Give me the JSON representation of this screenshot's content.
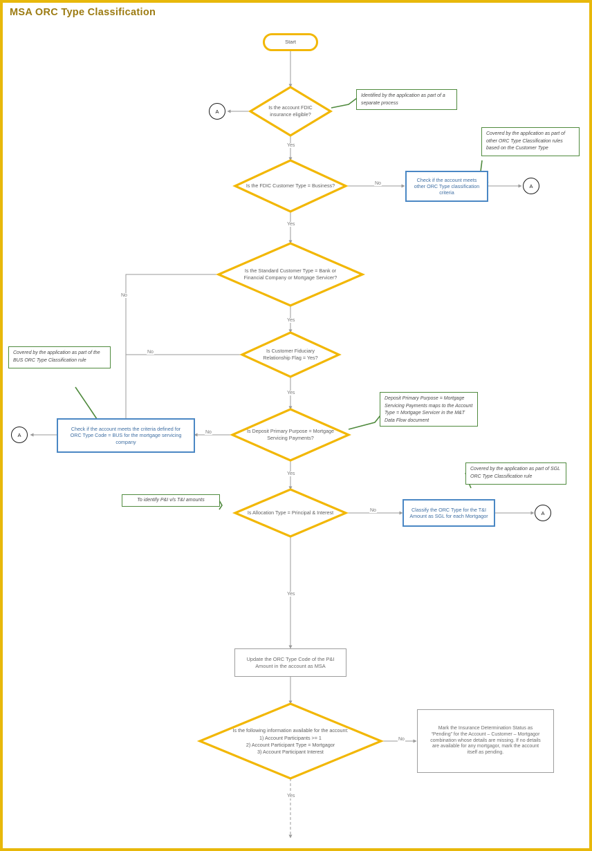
{
  "page": {
    "title": "MSA ORC Type Classification",
    "frame_color": "#e8b80b",
    "title_color": "#9c7b12"
  },
  "palette": {
    "decision_stroke": "#f2b705",
    "terminator_stroke": "#f2b705",
    "process_blue_stroke": "#4a87c4",
    "process_blue_text": "#3f6fa3",
    "process_grey_stroke": "#9d9d9d",
    "note_green_stroke": "#4f8a3d",
    "connector_line": "#9a9a9a",
    "text_grey": "#5e5e5e"
  },
  "nodes": {
    "start": {
      "label": "Start"
    },
    "d_fdic_eligible": {
      "label": "Is the account FDIC\ninsurance eligible?"
    },
    "d_fdic_business": {
      "label": "Is the FDIC Customer Type = Business?"
    },
    "d_standard_customer_type": {
      "label": "Is the Standard Customer Type = Bank or\nFinancial Company or Mortgage Servicer?"
    },
    "d_fiduciary_flag": {
      "label": "Is Customer Fiduciary\nRelationship Flag = Yes?"
    },
    "d_deposit_primary_purpose": {
      "label": "Is Deposit Primary Purpose = Mortgage\nServicing Payments?"
    },
    "d_allocation_type": {
      "label": "Is Allocation Type = Principal & Interest"
    },
    "p_other_orc_criteria": {
      "label": "Check if the account meets\nother ORC Type classification\ncriteria"
    },
    "p_bus_criteria": {
      "label": "Check if the account meets the criteria defined for\nORC Type Code = BUS for the mortgage servicing\ncompany"
    },
    "p_classify_sgl": {
      "label": "Classify the ORC Type for the T&I\nAmount as SGL for each Mortgagor"
    },
    "p_update_msa": {
      "label": "Update the ORC Type Code of the P&I\nAmount in the account as MSA"
    },
    "d_info_available": {
      "label": "Is the following information available for the account:\n1) Account Participants >= 1\n2) Account Participant Type = Mortgagor\n3) Account Participant Interest"
    },
    "p_mark_pending": {
      "label": "Mark the Insurance Determination Status as\n“Pending” for the Account – Customer – Mortgagor\ncombination whose details are missing. If no details\nare available for any mortgagor, mark the account\nitself as pending."
    },
    "conn_a1": {
      "label": "A"
    },
    "conn_a2": {
      "label": "A"
    },
    "conn_a3": {
      "label": "A"
    },
    "conn_a4": {
      "label": "A"
    }
  },
  "notes": {
    "note_separate_process": {
      "text": "Identified by the application as part of a separate process"
    },
    "note_other_orc_rules": {
      "text": "Covered by the application as part of other ORC Type Classification rules based on the Customer Type"
    },
    "note_bus_rule": {
      "text": "Covered by the application as part of the BUS ORC Type Classification rule"
    },
    "note_deposit_mapping": {
      "text": "Deposit Primary Purpose = Mortgage Servicing Payments maps to the Account Type = Mortgage Servicer in the M&T Data Flow document"
    },
    "note_sgl_rule": {
      "text": "Covered by the application as part of SGL ORC Type Classification rule"
    },
    "note_pi_vs_ti": {
      "text": "To identify P&I v/s T&I amounts"
    }
  },
  "edge_labels": {
    "fdic_eligible_yes": "Yes",
    "fdic_business_no": "No",
    "fdic_business_yes": "Yes",
    "standard_type_no": "No",
    "standard_type_yes": "Yes",
    "fiduciary_no": "No",
    "fiduciary_yes": "Yes",
    "deposit_no": "No",
    "deposit_yes": "Yes",
    "allocation_no": "No",
    "allocation_yes": "Yes",
    "info_no": "No",
    "info_yes": "Yes"
  }
}
